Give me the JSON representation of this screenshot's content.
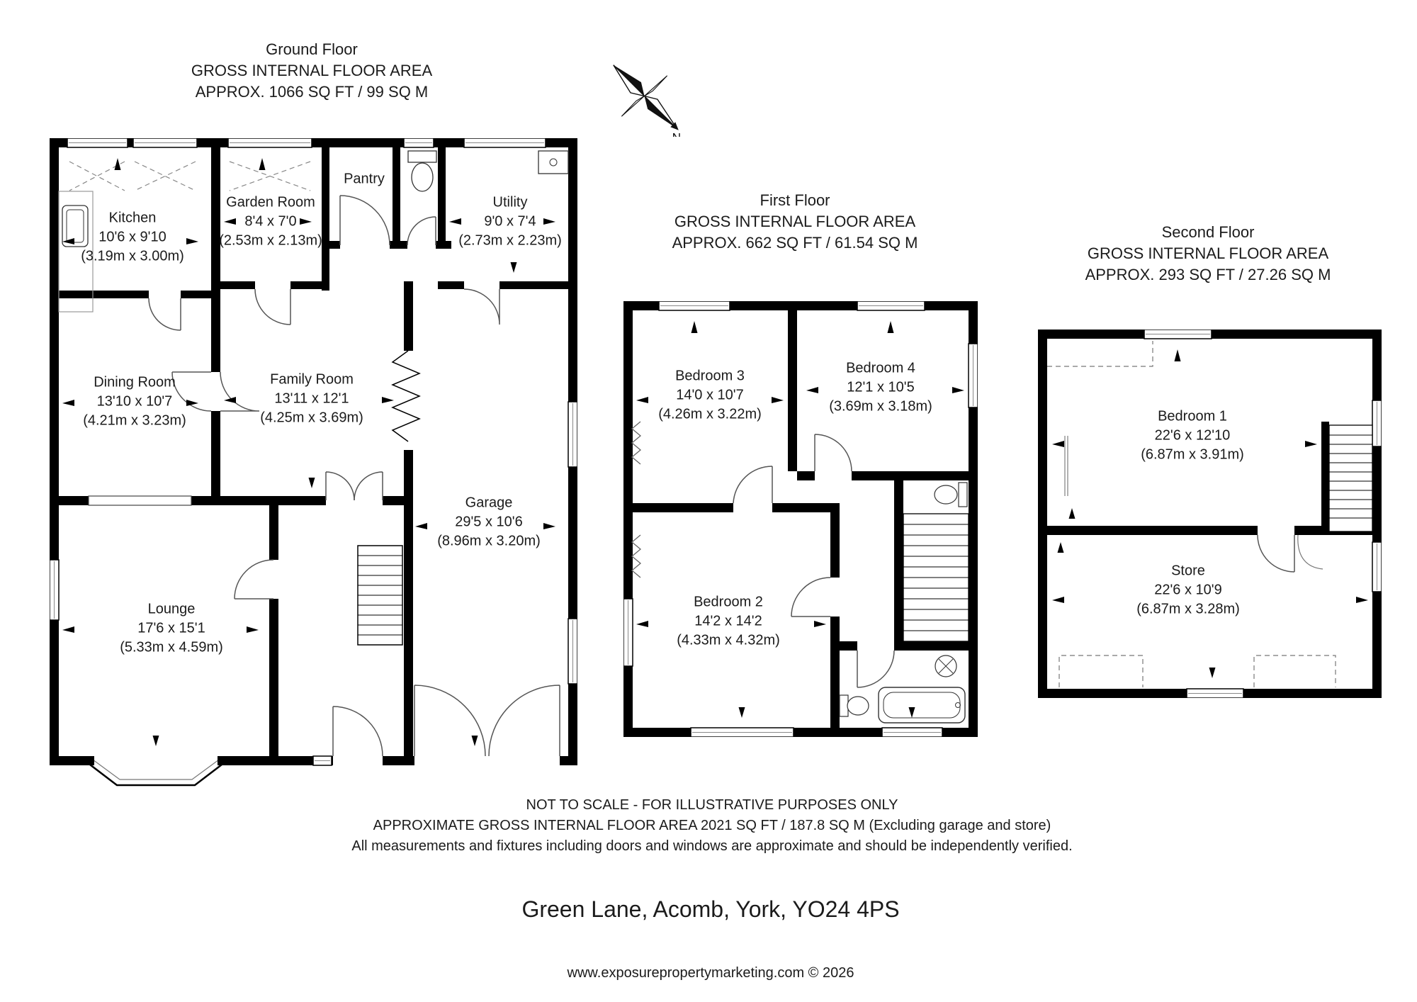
{
  "page": {
    "address": "Green Lane, Acomb, York, YO24 4PS",
    "copyright": "www.exposurepropertymarketing.com © 2026",
    "compass_n": "N",
    "disclaimer": {
      "line1": "NOT TO SCALE - FOR ILLUSTRATIVE PURPOSES ONLY",
      "line2": "APPROXIMATE GROSS INTERNAL FLOOR AREA 2021 SQ FT / 187.8 SQ M (Excluding garage and store)",
      "line3": "All measurements and fixtures including doors and windows are approximate and should be independently verified."
    }
  },
  "floors": [
    {
      "title": "Ground Floor",
      "area1": "GROSS INTERNAL FLOOR AREA",
      "area2": "APPROX. 1066 SQ FT / 99 SQ M",
      "rooms": [
        {
          "name": "Kitchen",
          "imperial": "10'6 x 9'10",
          "metric": "(3.19m x 3.00m)"
        },
        {
          "name": "Garden Room",
          "imperial": "8'4 x 7'0",
          "metric": "(2.53m x 2.13m)"
        },
        {
          "name": "Pantry",
          "imperial": "",
          "metric": ""
        },
        {
          "name": "Utility",
          "imperial": "9'0 x 7'4",
          "metric": "(2.73m x 2.23m)"
        },
        {
          "name": "Dining Room",
          "imperial": "13'10 x 10'7",
          "metric": "(4.21m x 3.23m)"
        },
        {
          "name": "Family Room",
          "imperial": "13'11 x 12'1",
          "metric": "(4.25m x 3.69m)"
        },
        {
          "name": "Garage",
          "imperial": "29'5 x 10'6",
          "metric": "(8.96m x 3.20m)"
        },
        {
          "name": "Lounge",
          "imperial": "17'6 x 15'1",
          "metric": "(5.33m x 4.59m)"
        }
      ]
    },
    {
      "title": "First Floor",
      "area1": "GROSS INTERNAL FLOOR AREA",
      "area2": "APPROX. 662 SQ FT / 61.54 SQ M",
      "rooms": [
        {
          "name": "Bedroom 3",
          "imperial": "14'0 x 10'7",
          "metric": "(4.26m x 3.22m)"
        },
        {
          "name": "Bedroom 4",
          "imperial": "12'1 x 10'5",
          "metric": "(3.69m x 3.18m)"
        },
        {
          "name": "Bedroom 2",
          "imperial": "14'2 x 14'2",
          "metric": "(4.33m x 4.32m)"
        }
      ]
    },
    {
      "title": "Second Floor",
      "area1": "GROSS INTERNAL FLOOR AREA",
      "area2": "APPROX. 293 SQ FT / 27.26 SQ M",
      "rooms": [
        {
          "name": "Bedroom 1",
          "imperial": "22'6 x 12'10",
          "metric": "(6.87m x 3.91m)"
        },
        {
          "name": "Store",
          "imperial": "22'6 x 10'9",
          "metric": "(6.87m x 3.28m)"
        }
      ]
    }
  ],
  "colors": {
    "wall": "#000000",
    "text": "#1b1b1b",
    "door_arc": "#555555",
    "dashed": "#888888"
  }
}
